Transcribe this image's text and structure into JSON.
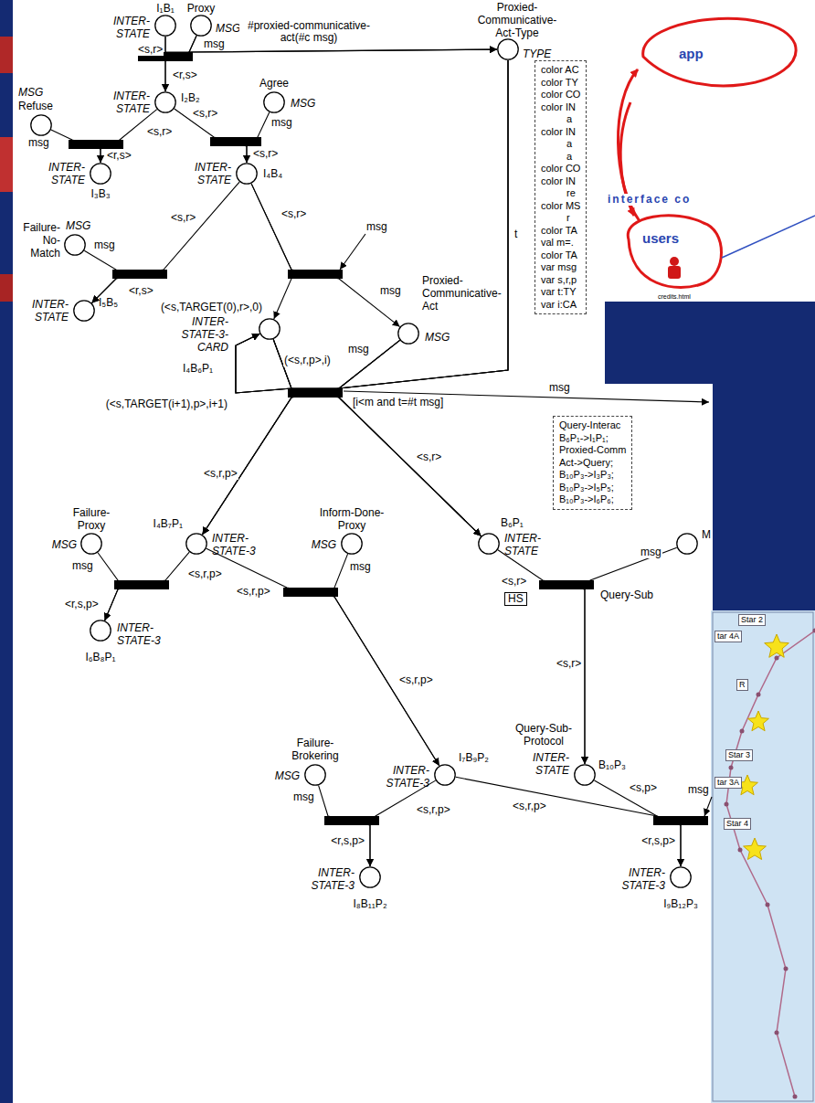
{
  "diagram": {
    "nodes": [
      {
        "text": [
          "I₁B₁",
          "INTER- STATE"
        ]
      },
      {
        "text": [
          "Proxy",
          "MSG"
        ]
      },
      {
        "text": [
          "Proxied- Communicative- Act-Type",
          "TYPE"
        ]
      },
      {
        "text": [
          "MSG",
          "Refuse"
        ]
      },
      {
        "text": [
          "INTER- STATE",
          "I₂B₂"
        ]
      },
      {
        "text": [
          "Agree",
          "MSG"
        ]
      },
      {
        "text": [
          "INTER- STATE",
          "I₃B₃"
        ]
      },
      {
        "text": [
          "INTER- STATE",
          "I₄B₄"
        ]
      },
      {
        "text": [
          "Failure- No- Match",
          "MSG"
        ]
      },
      {
        "text": [
          "INTER- STATE",
          "I₅B₅"
        ]
      },
      {
        "text": [
          "INTER- STATE-3- CARD",
          "I₄B₆P₁"
        ]
      },
      {
        "text": [
          "Proxied- Communicative- Act",
          "MSG"
        ]
      },
      {
        "text": [
          "Failure- Proxy",
          "MSG"
        ]
      },
      {
        "text": [
          "I₄B₇P₁",
          "INTER- STATE-3"
        ]
      },
      {
        "text": [
          "Inform-Done- Proxy",
          "MSG"
        ]
      },
      {
        "text": [
          "B₆P₁",
          "INTER- STATE"
        ]
      },
      {
        "text": [
          "M"
        ]
      },
      {
        "text": [
          "INTER- STATE-3",
          "I₆B₈P₁"
        ]
      },
      {
        "text": [
          "Failure- Brokering",
          "MSG"
        ]
      },
      {
        "text": [
          "I₇B₉P₂",
          "INTER- STATE-3"
        ]
      },
      {
        "text": [
          "Query-Sub- Protocol",
          "B₁₀P₃",
          "INTER- STATE"
        ]
      },
      {
        "text": [
          "INTER- STATE-3",
          "I₈B₁₁P₂"
        ]
      },
      {
        "text": [
          "INTER- STATE-3",
          "I₉B₁₂P₃"
        ]
      },
      {
        "text": [
          "color AC",
          "color TY",
          "color CO",
          "color IN",
          "a",
          "color IN",
          "a",
          "a",
          "color CO",
          "color IN",
          "re",
          "color MS",
          "r",
          "color TA",
          "val m=.",
          "color TA",
          "var msg",
          "var s,r,p",
          "var t:TY",
          "var i:CA"
        ]
      },
      {
        "text": [
          "Query-Interac",
          "B₆P₁->I₁P₁;",
          "Proxied-Comm",
          "Act->Query;",
          "B₁₀P₃->I₃P₃;",
          "B₁₀P₃->I₅P₅;",
          "B₁₀P₃->I₆P₆;"
        ]
      }
    ],
    "edges": [
      {
        "from": 0,
        "to": 4,
        "arrow": "to"
      },
      {
        "from": 0,
        "to": 2,
        "arrow": "to"
      },
      {
        "from": 1,
        "to": 4,
        "arrow": "to"
      },
      {
        "from": 1,
        "to": 2,
        "arrow": "to"
      },
      {
        "from": 3,
        "to": 6,
        "arrow": "to"
      },
      {
        "from": 4,
        "to": 6,
        "arrow": "to"
      },
      {
        "from": 4,
        "to": 7,
        "arrow": "to"
      },
      {
        "from": 5,
        "to": 7,
        "arrow": "to"
      },
      {
        "from": 8,
        "to": 9,
        "arrow": "to"
      },
      {
        "from": 7,
        "to": 9,
        "arrow": "to"
      },
      {
        "from": 7,
        "to": 10,
        "arrow": "to"
      },
      {
        "from": 7,
        "to": 11,
        "arrow": "to"
      },
      {
        "from": 10,
        "to": 10,
        "arrow": "to"
      },
      {
        "from": 10,
        "to": 13,
        "arrow": "to"
      },
      {
        "from": 10,
        "to": 15,
        "arrow": "to"
      },
      {
        "from": 11,
        "to": 10,
        "arrow": "to"
      },
      {
        "from": 11,
        "to": 13,
        "arrow": "to"
      },
      {
        "from": 11,
        "to": 15,
        "arrow": "to"
      },
      {
        "from": 2,
        "to": 10,
        "arrow": "to"
      },
      {
        "from": 2,
        "to": 13,
        "arrow": "to"
      },
      {
        "from": 2,
        "to": 15,
        "arrow": "to"
      },
      {
        "from": 12,
        "to": 17,
        "arrow": "to"
      },
      {
        "from": 13,
        "to": 17,
        "arrow": "to"
      },
      {
        "from": 13,
        "to": 19,
        "arrow": "to"
      },
      {
        "from": 14,
        "to": 19,
        "arrow": "to"
      },
      {
        "from": 15,
        "to": 20,
        "arrow": "to"
      },
      {
        "from": 16,
        "to": 20,
        "arrow": "to"
      },
      {
        "from": 18,
        "to": 21,
        "arrow": "to"
      },
      {
        "from": 19,
        "to": 21,
        "arrow": "to"
      },
      {
        "from": 19,
        "to": 22,
        "arrow": "to"
      },
      {
        "from": 20,
        "to": 22,
        "arrow": "to"
      }
    ],
    "labels": [
      "<s,r>",
      "msg",
      "#proxied-communicative- act(#c msg)",
      "<r,s>",
      "msg",
      "<s,r>",
      "<s,r>",
      "msg",
      "<r,s>",
      "<s,r>",
      "<s,r>",
      "<s,r>",
      "msg",
      "<r,s>",
      "msg",
      "(<s,TARGET(0),r>,0)",
      "msg",
      "(<s,r,p>,i)",
      "msg",
      "[i<m and t=#t msg]",
      "(<s,TARGET(i+1),p>,i+1)",
      "t",
      "<s,r,p>",
      "<s,r>",
      "msg",
      "msg",
      "<s,r,p>",
      "<s,r,p>",
      "msg",
      "<r,s,p>",
      "<s,r>",
      "HS",
      "msg",
      "Query-Sub",
      "<s,r>",
      "<s,r,p>",
      "msg",
      "<s,r,p>",
      "<s,r,p>",
      "<s,p>",
      "msg",
      "<r,s,p>",
      "<r,s,p>",
      "app",
      "interface co",
      "users",
      "credits.html",
      "Star 2",
      "tar 4A",
      "R",
      "Star 3",
      "tar 3A",
      "Star 4"
    ]
  }
}
